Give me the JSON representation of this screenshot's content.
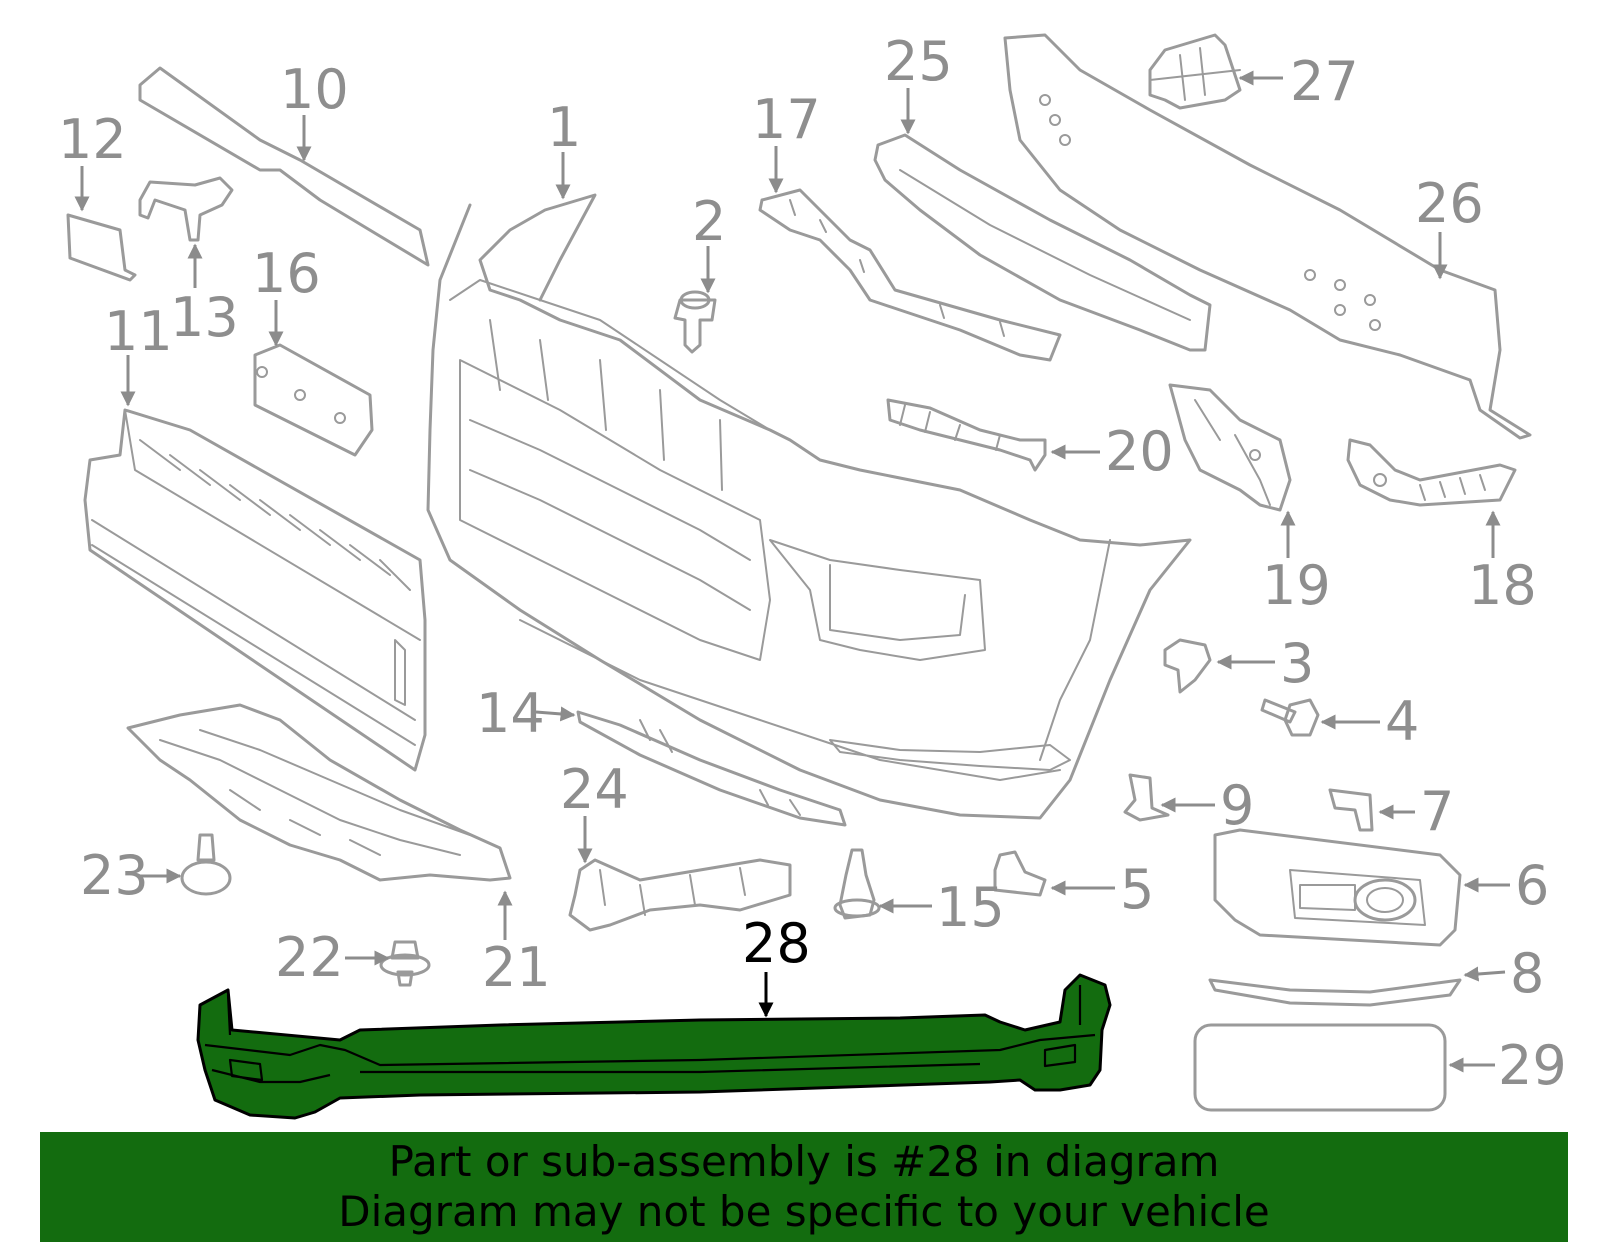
{
  "colors": {
    "highlight": "#136c0f",
    "outline": "#9a9a9a",
    "label": "#8e8e8e",
    "banner_bg": "#136c0f",
    "banner_text": "#000000"
  },
  "highlighted_part": "28",
  "callouts": {
    "c1": "1",
    "c2": "2",
    "c3": "3",
    "c4": "4",
    "c5": "5",
    "c6": "6",
    "c7": "7",
    "c8": "8",
    "c9": "9",
    "c10": "10",
    "c11": "11",
    "c12": "12",
    "c13": "13",
    "c14": "14",
    "c15": "15",
    "c16": "16",
    "c17": "17",
    "c18": "18",
    "c19": "19",
    "c20": "20",
    "c21": "21",
    "c22": "22",
    "c23": "23",
    "c24": "24",
    "c25": "25",
    "c26": "26",
    "c27": "27",
    "c28": "28",
    "c29": "29"
  },
  "banner": {
    "line1": "Part or sub-assembly is #28 in diagram",
    "line2": "Diagram may not be specific to your vehicle"
  }
}
